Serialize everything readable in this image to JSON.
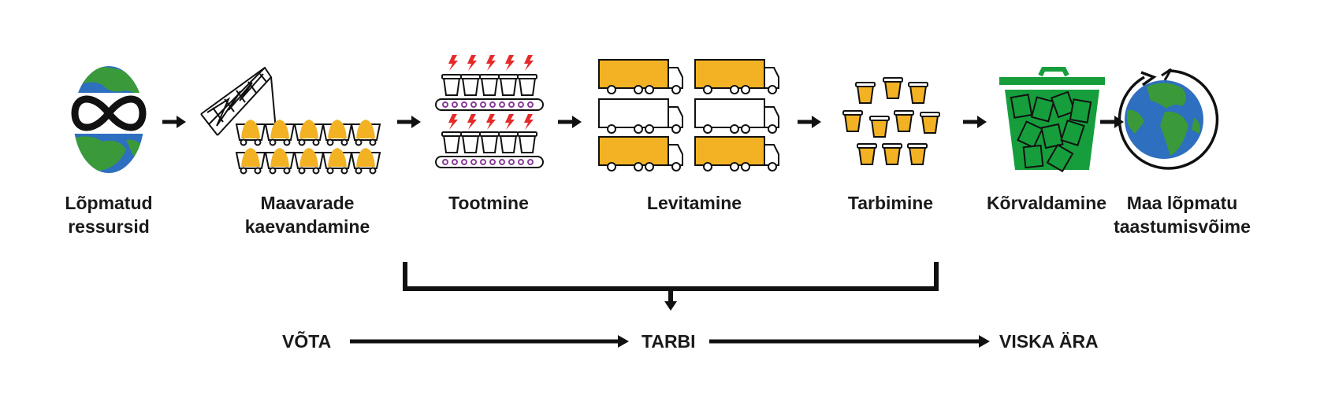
{
  "stages": [
    {
      "label_line1": "Lõpmatud",
      "label_line2": "ressursid",
      "icon": "globe-infinity-icon"
    },
    {
      "label_line1": "Maavarade",
      "label_line2": "kaevandamine",
      "icon": "mining-crane-icon"
    },
    {
      "label_line1": "Tootmine",
      "label_line2": "",
      "icon": "factory-conveyor-icon"
    },
    {
      "label_line1": "Levitamine",
      "label_line2": "",
      "icon": "trucks-icon"
    },
    {
      "label_line1": "Tarbimine",
      "label_line2": "",
      "icon": "cups-icon"
    },
    {
      "label_line1": "Kõrvaldamine",
      "label_line2": "",
      "icon": "trash-bin-icon"
    },
    {
      "label_line1": "Maa lõpmatu",
      "label_line2": "taastumisvõime",
      "icon": "globe-cycle-icon"
    }
  ],
  "linear_flow": {
    "take": "VÕTA",
    "consume": "TARBI",
    "discard": "VISKA ÄRA"
  },
  "colors": {
    "ocean": "#2e6fbf",
    "land": "#3a9a3a",
    "yellow": "#f2b224",
    "red": "#e52a2a",
    "green": "#169e3c",
    "purple": "#8a3a9a",
    "ink": "#111111"
  }
}
